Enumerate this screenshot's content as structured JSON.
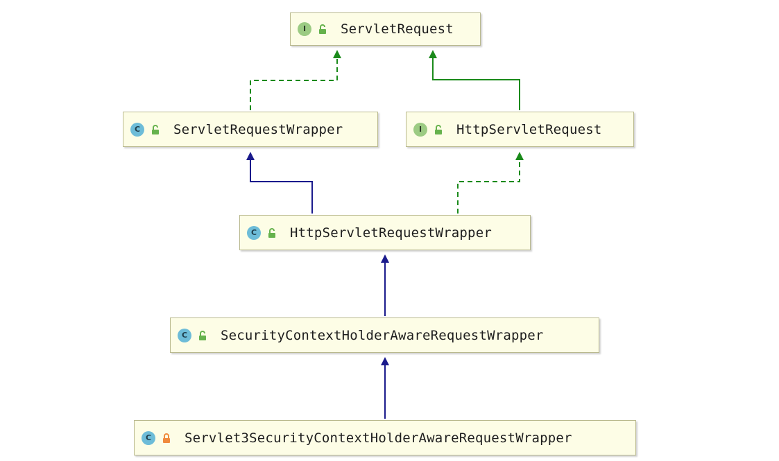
{
  "diagram": {
    "colors": {
      "interface_badge": "#9ccb83",
      "class_badge": "#6dbcd8",
      "node_fill": "#fdfde6",
      "implements_edge": "#1a8a1a",
      "extends_edge": "#1a1a8c",
      "public_icon": "#66b24c",
      "private_icon": "#f08a3c"
    },
    "nodes": {
      "servlet_request": {
        "badge": "I",
        "kind": "interface",
        "access": "public",
        "label": "ServletRequest"
      },
      "servlet_request_wrapper": {
        "badge": "C",
        "kind": "class",
        "access": "public",
        "label": "ServletRequestWrapper"
      },
      "http_servlet_request": {
        "badge": "I",
        "kind": "interface",
        "access": "public",
        "label": "HttpServletRequest"
      },
      "http_servlet_request_wrapper": {
        "badge": "C",
        "kind": "class",
        "access": "public",
        "label": "HttpServletRequestWrapper"
      },
      "security_context_holder_aware_request_wrapper": {
        "badge": "C",
        "kind": "class",
        "access": "public",
        "label": "SecurityContextHolderAwareRequestWrapper"
      },
      "servlet3_security_context_holder_aware_request_wrapper": {
        "badge": "C",
        "kind": "class",
        "access": "private",
        "label": "Servlet3SecurityContextHolderAwareRequestWrapper"
      }
    },
    "edges": [
      {
        "from": "servlet_request_wrapper",
        "to": "servlet_request",
        "relation": "implements"
      },
      {
        "from": "http_servlet_request",
        "to": "servlet_request",
        "relation": "extends-interface"
      },
      {
        "from": "http_servlet_request_wrapper",
        "to": "servlet_request_wrapper",
        "relation": "extends"
      },
      {
        "from": "http_servlet_request_wrapper",
        "to": "http_servlet_request",
        "relation": "implements"
      },
      {
        "from": "security_context_holder_aware_request_wrapper",
        "to": "http_servlet_request_wrapper",
        "relation": "extends"
      },
      {
        "from": "servlet3_security_context_holder_aware_request_wrapper",
        "to": "security_context_holder_aware_request_wrapper",
        "relation": "extends"
      }
    ]
  }
}
